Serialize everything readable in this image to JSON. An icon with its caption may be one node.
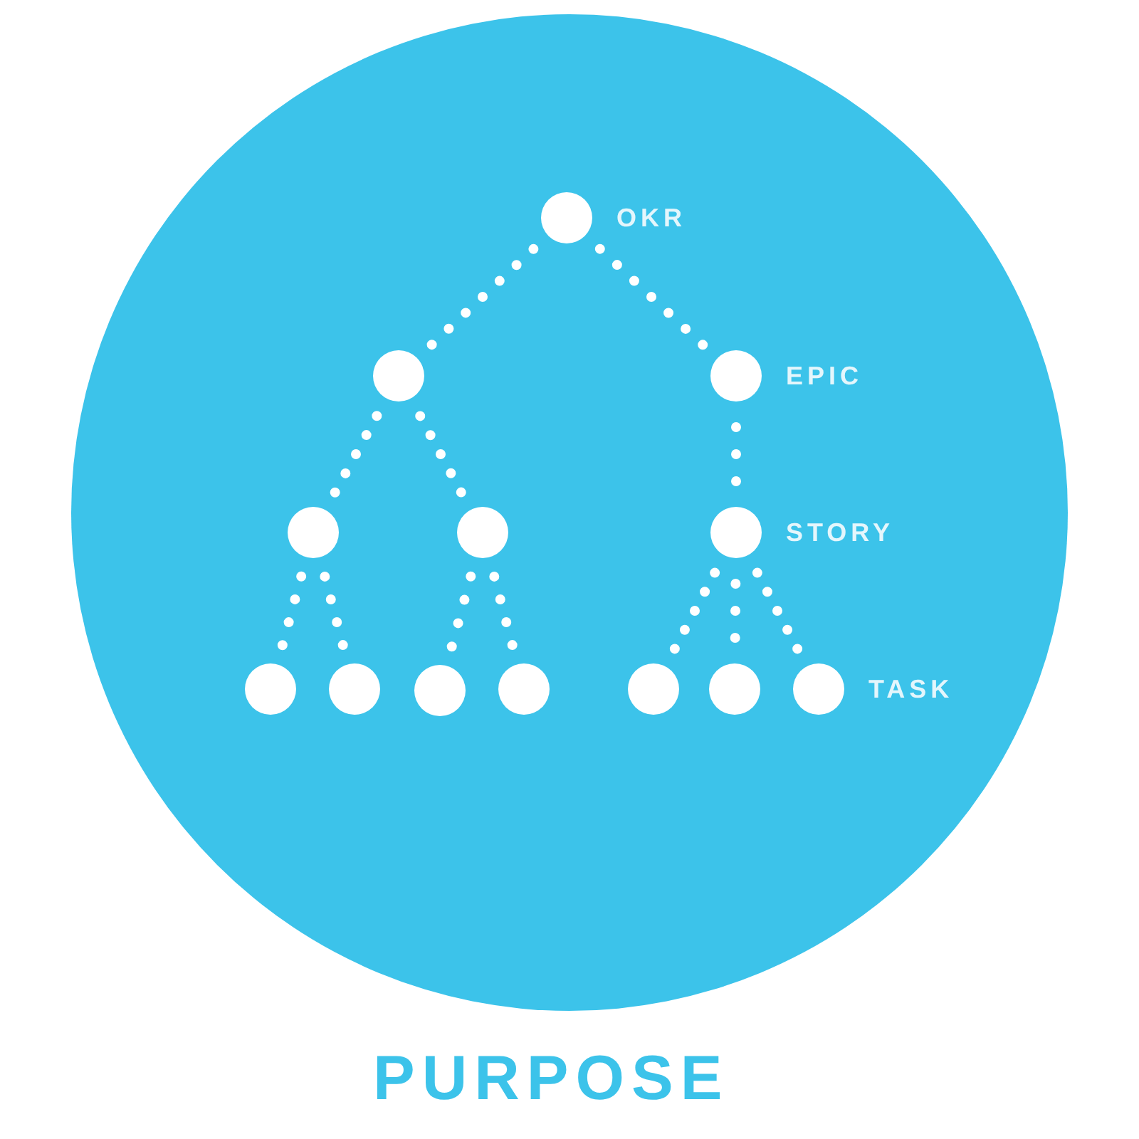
{
  "diagram": {
    "title": "PURPOSE",
    "nodes": [
      {
        "text": [],
        "shape": "circle"
      },
      {
        "text": [],
        "shape": "circle",
        "in": 0,
        "beside": [
          "OKR"
        ]
      },
      {
        "text": [],
        "shape": "circle",
        "in": 0
      },
      {
        "text": [],
        "shape": "circle",
        "in": 0,
        "beside": [
          "EPIC"
        ]
      },
      {
        "text": [],
        "shape": "circle",
        "in": 0
      },
      {
        "text": [],
        "shape": "circle",
        "in": 0
      },
      {
        "text": [],
        "shape": "circle",
        "in": 0,
        "beside": [
          "STORY"
        ]
      },
      {
        "text": [],
        "shape": "circle",
        "in": 0
      },
      {
        "text": [],
        "shape": "circle",
        "in": 0
      },
      {
        "text": [],
        "shape": "circle",
        "in": 0
      },
      {
        "text": [],
        "shape": "circle",
        "in": 0
      },
      {
        "text": [],
        "shape": "circle",
        "in": 0
      },
      {
        "text": [],
        "shape": "circle",
        "in": 0
      },
      {
        "text": [],
        "shape": "circle",
        "in": 0,
        "beside": [
          "TASK"
        ]
      }
    ],
    "edges": [
      {
        "from": 1,
        "to": 2,
        "arrow": "none"
      },
      {
        "from": 1,
        "to": 3,
        "arrow": "none"
      },
      {
        "from": 2,
        "to": 4,
        "arrow": "none"
      },
      {
        "from": 2,
        "to": 5,
        "arrow": "none"
      },
      {
        "from": 3,
        "to": 6,
        "arrow": "none"
      },
      {
        "from": 4,
        "to": 7,
        "arrow": "none"
      },
      {
        "from": 4,
        "to": 8,
        "arrow": "none"
      },
      {
        "from": 5,
        "to": 9,
        "arrow": "none"
      },
      {
        "from": 5,
        "to": 10,
        "arrow": "none"
      },
      {
        "from": 6,
        "to": 11,
        "arrow": "none"
      },
      {
        "from": 6,
        "to": 12,
        "arrow": "none"
      },
      {
        "from": 6,
        "to": 13,
        "arrow": "none"
      }
    ]
  }
}
